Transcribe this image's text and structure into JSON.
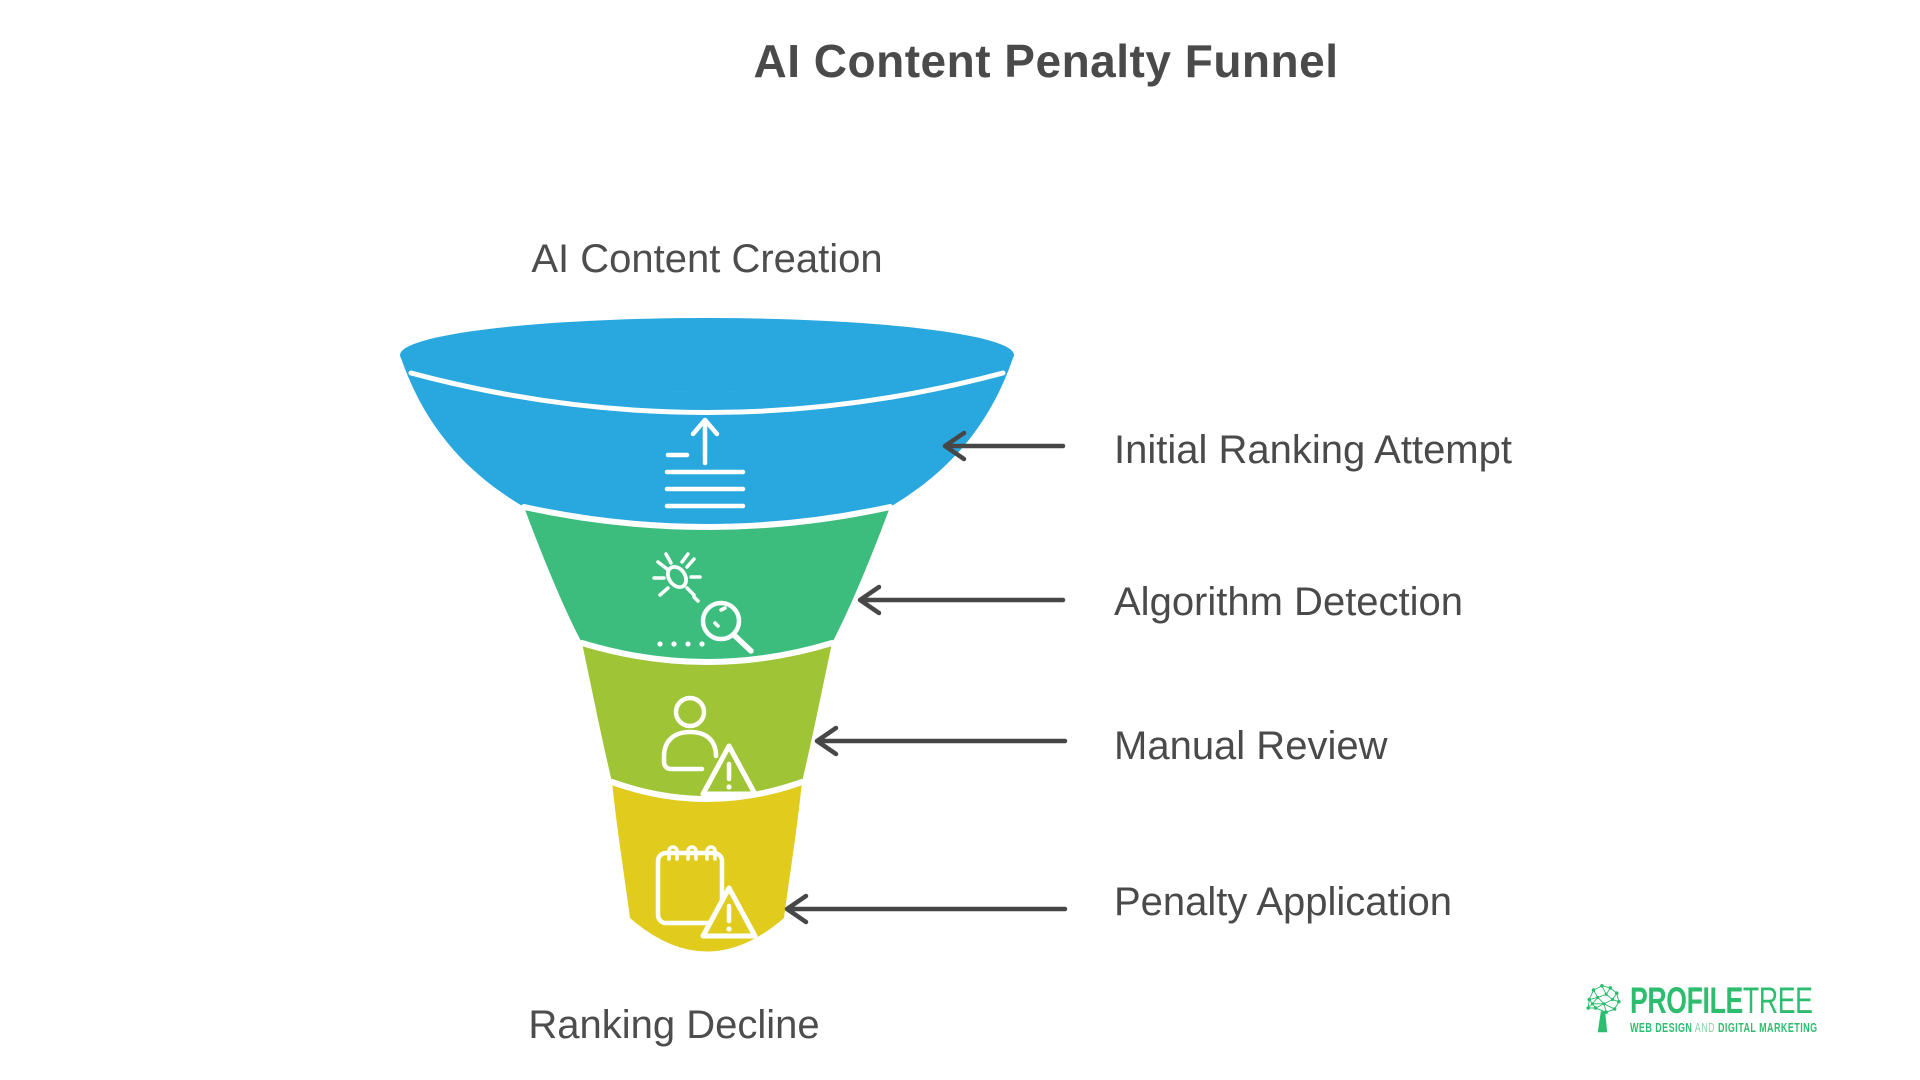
{
  "title": "AI Content Penalty Funnel",
  "funnel": {
    "top_label": "AI Content Creation",
    "bottom_label": "Ranking Decline",
    "arrow_color": "#474747",
    "stages": [
      {
        "label": "Initial Ranking Attempt",
        "color": "#29a8df",
        "icon": "ranking-up-icon"
      },
      {
        "label": "Algorithm Detection",
        "color": "#3dbd7d",
        "icon": "bug-search-icon"
      },
      {
        "label": "Manual Review",
        "color": "#9fc436",
        "icon": "person-warning-icon"
      },
      {
        "label": "Penalty Application",
        "color": "#e1cc1e",
        "icon": "notepad-warning-icon"
      }
    ]
  },
  "logo": {
    "name_bold": "PROFILE",
    "name_light": "TREE",
    "tagline_web": "WEB DESIGN",
    "tagline_and": " AND ",
    "tagline_marketing": "DIGITAL MARKETING",
    "color": "#2ebd6f"
  }
}
